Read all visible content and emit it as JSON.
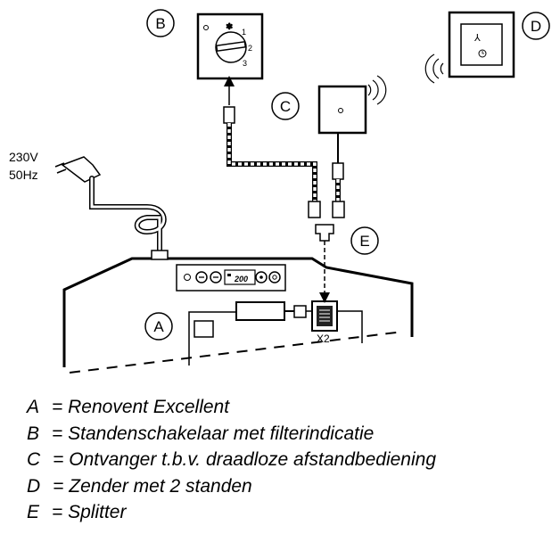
{
  "power": {
    "voltage": "230V",
    "frequency": "50Hz"
  },
  "callouts": {
    "a": "A",
    "b": "B",
    "c": "C",
    "d": "D",
    "e": "E"
  },
  "switch_positions": {
    "p1": "1",
    "p2": "2",
    "p3": "3"
  },
  "display_value": "200",
  "connector_label": "X2",
  "legend": [
    {
      "key": "A",
      "text": "= Renovent Excellent"
    },
    {
      "key": "B",
      "text": "= Standenschakelaar met filterindicatie"
    },
    {
      "key": "C",
      "text": "= Ontvanger t.b.v. draadloze afstandbediening"
    },
    {
      "key": "D",
      "text": "= Zender met 2 standen"
    },
    {
      "key": "E",
      "text": "= Splitter"
    }
  ]
}
